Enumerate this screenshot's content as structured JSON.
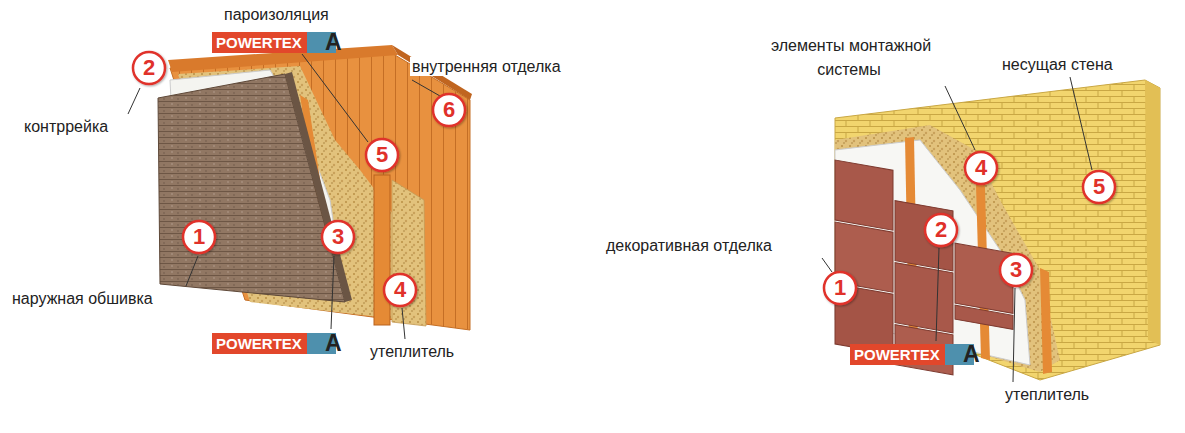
{
  "diagram": {
    "nodes": [
      {
        "text": [
          "POWERTEX"
        ]
      },
      {
        "text": [
          "POWERTEX"
        ]
      },
      {
        "text": [
          "POWERTEX"
        ]
      }
    ],
    "labels": [
      "пароизоляция",
      "A",
      "2",
      "контррейка",
      "внутренняя отделка",
      "6",
      "5",
      "1",
      "3",
      "4",
      "наружная обшивка",
      "A",
      "утеплитель",
      "элементы монтажной системы",
      "несущая стена",
      "4",
      "5",
      "2",
      "декоративная отделка",
      "1",
      "3",
      "A",
      "утеплитель"
    ]
  }
}
